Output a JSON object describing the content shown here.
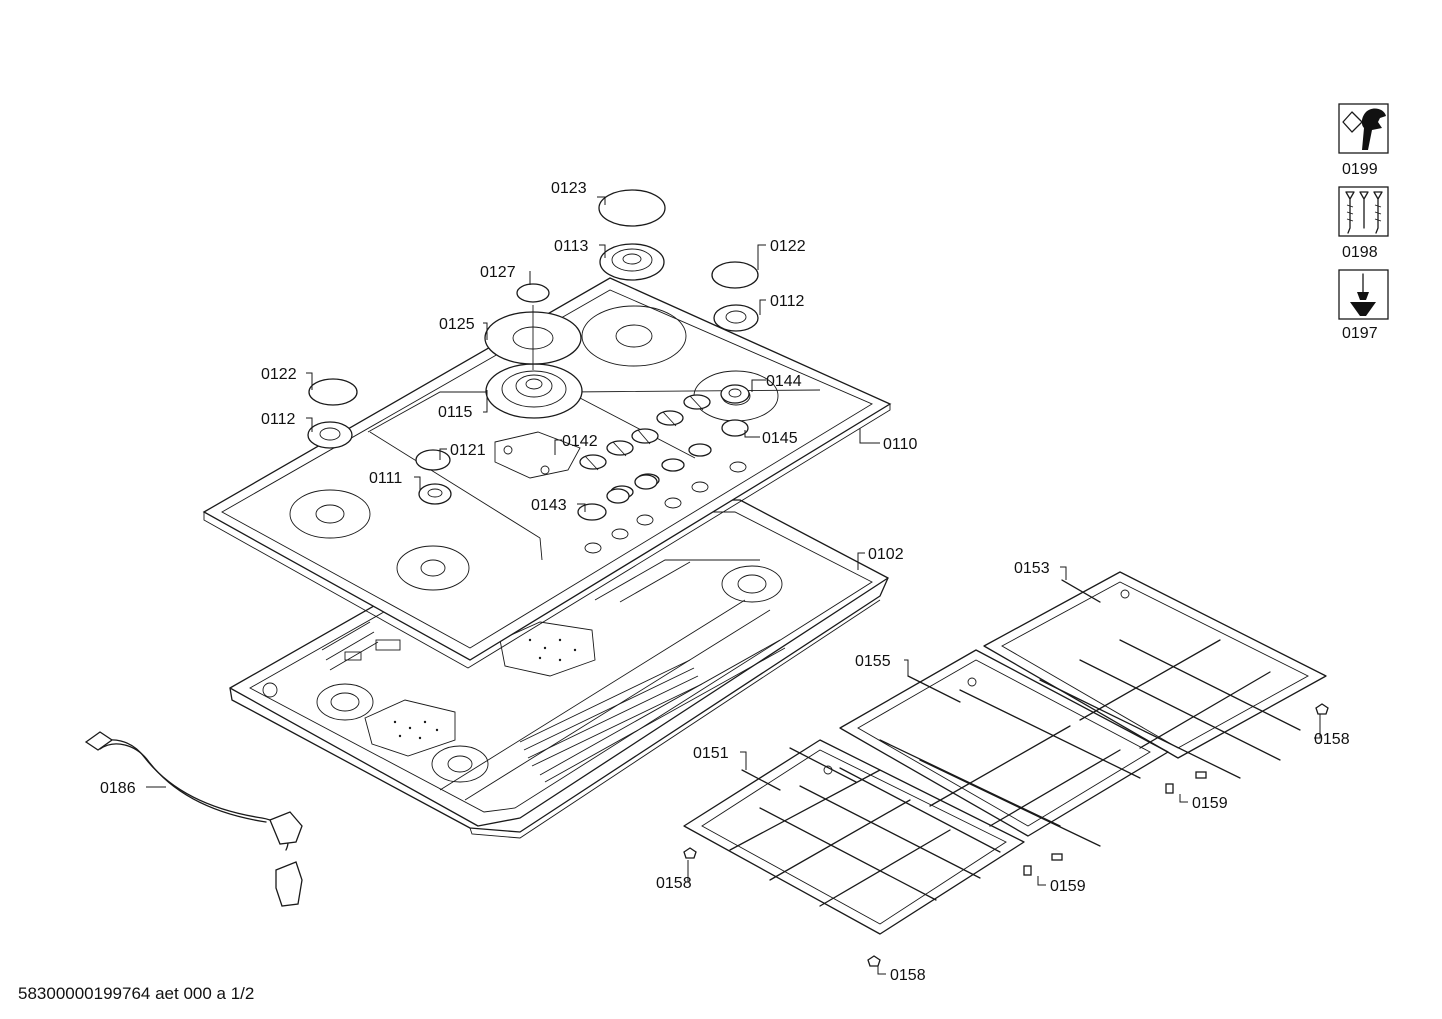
{
  "labels": {
    "p0123": "0123",
    "p0113": "0113",
    "p0122a": "0122",
    "p0127": "0127",
    "p0112a": "0112",
    "p0125": "0125",
    "p0122b": "0122",
    "p0144": "0144",
    "p0115": "0115",
    "p0112b": "0112",
    "p0142": "0142",
    "p0145": "0145",
    "p0110": "0110",
    "p0121": "0121",
    "p0111": "0111",
    "p0143": "0143",
    "p0102": "0102",
    "p0153": "0153",
    "p0155": "0155",
    "p0158a": "0158",
    "p0151": "0151",
    "p0186": "0186",
    "p0159a": "0159",
    "p0158b": "0158",
    "p0159b": "0159",
    "p0158c": "0158"
  },
  "service_icons": {
    "tools": {
      "label": "0199",
      "icon": "wrench-nut-icon"
    },
    "screws": {
      "label": "0198",
      "icon": "screws-icon"
    },
    "screwdriver": {
      "label": "0197",
      "icon": "screwdriver-icon"
    }
  },
  "footer": {
    "document_id": "58300000199764 aet 000 a 1/2"
  }
}
